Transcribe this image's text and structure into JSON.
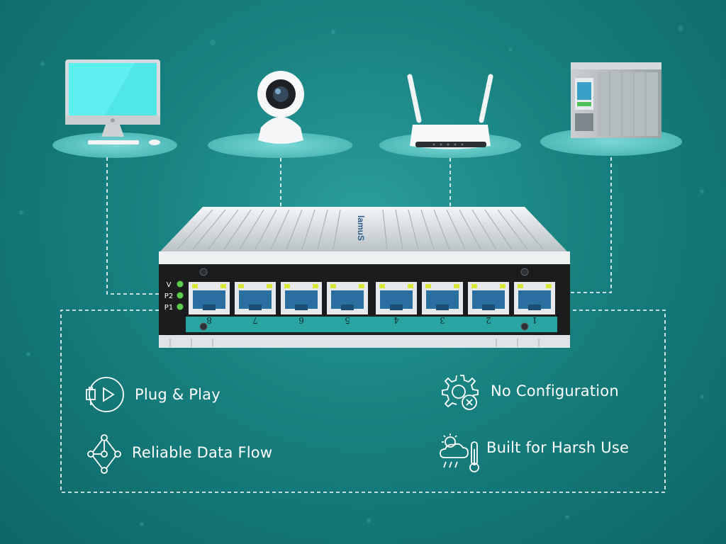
{
  "colors": {
    "background": "#1b8a88",
    "device_shadow": "#5fc8c6",
    "accent": "#ffffff"
  },
  "devices": [
    {
      "name": "desktop computer",
      "icon": "desktop-icon"
    },
    {
      "name": "security camera",
      "icon": "camera-icon"
    },
    {
      "name": "wifi router",
      "icon": "router-icon"
    },
    {
      "name": "plc controller",
      "icon": "plc-icon"
    }
  ],
  "switch": {
    "brand": "lamuS",
    "led_labels": [
      "V",
      "P2",
      "P1"
    ],
    "port_numbers": [
      "8",
      "7",
      "6",
      "5",
      "4",
      "3",
      "2",
      "1"
    ]
  },
  "features": [
    {
      "label": "Plug & Play",
      "icon": "plug-play-icon"
    },
    {
      "label": "No Configuration",
      "icon": "no-config-gear-icon"
    },
    {
      "label": "Reliable Data Flow",
      "icon": "data-flow-icon"
    },
    {
      "label": "Built for Harsh Use",
      "icon": "weather-thermometer-icon"
    }
  ]
}
